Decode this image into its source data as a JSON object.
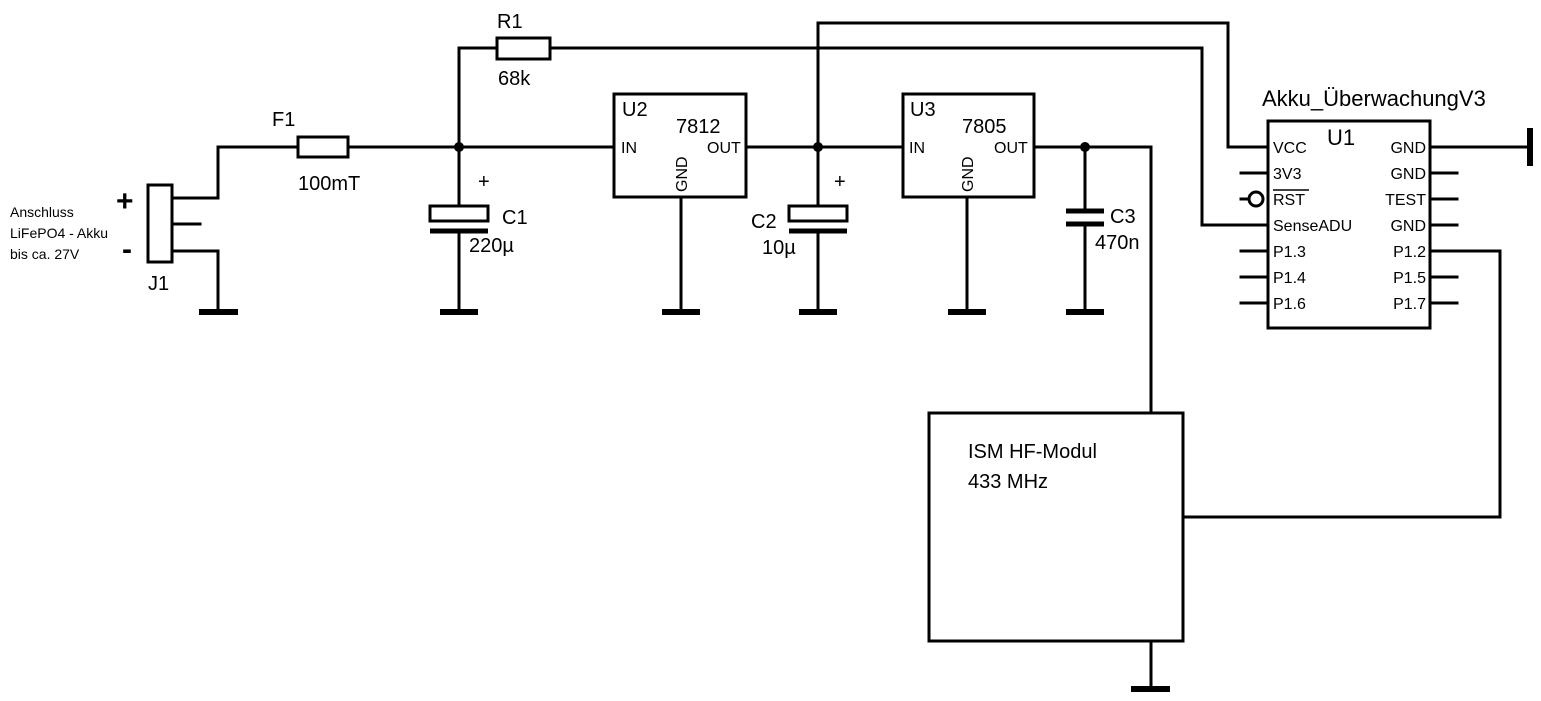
{
  "title": "Akku_ÜberwachungV3",
  "connector": {
    "ref": "J1",
    "plus": "+",
    "minus": "-",
    "note": [
      "Anschluss",
      "LiFePO4 - Akku",
      "bis ca. 27V"
    ]
  },
  "fuse": {
    "ref": "F1",
    "value": "100mT"
  },
  "resistor": {
    "ref": "R1",
    "value": "68k"
  },
  "capacitors": [
    {
      "ref": "C1",
      "value": "220µ",
      "polarity": "+"
    },
    {
      "ref": "C2",
      "value": "10µ",
      "polarity": "+"
    },
    {
      "ref": "C3",
      "value": "470n"
    }
  ],
  "regulators": [
    {
      "ref": "U2",
      "part": "7812",
      "pin_in": "IN",
      "pin_out": "OUT",
      "pin_gnd": "GND"
    },
    {
      "ref": "U3",
      "part": "7805",
      "pin_in": "IN",
      "pin_out": "OUT",
      "pin_gnd": "GND"
    }
  ],
  "mcu": {
    "ref": "U1",
    "name": "Akku_ÜberwachungV3",
    "left_pins": [
      "VCC",
      "3V3",
      "RST",
      "SenseADU",
      "P1.3",
      "P1.4",
      "P1.6"
    ],
    "right_pins": [
      "GND",
      "GND",
      "TEST",
      "GND",
      "P1.2",
      "P1.5",
      "P1.7"
    ]
  },
  "rf_module": {
    "line1": "ISM HF-Modul",
    "line2": "433 MHz"
  }
}
